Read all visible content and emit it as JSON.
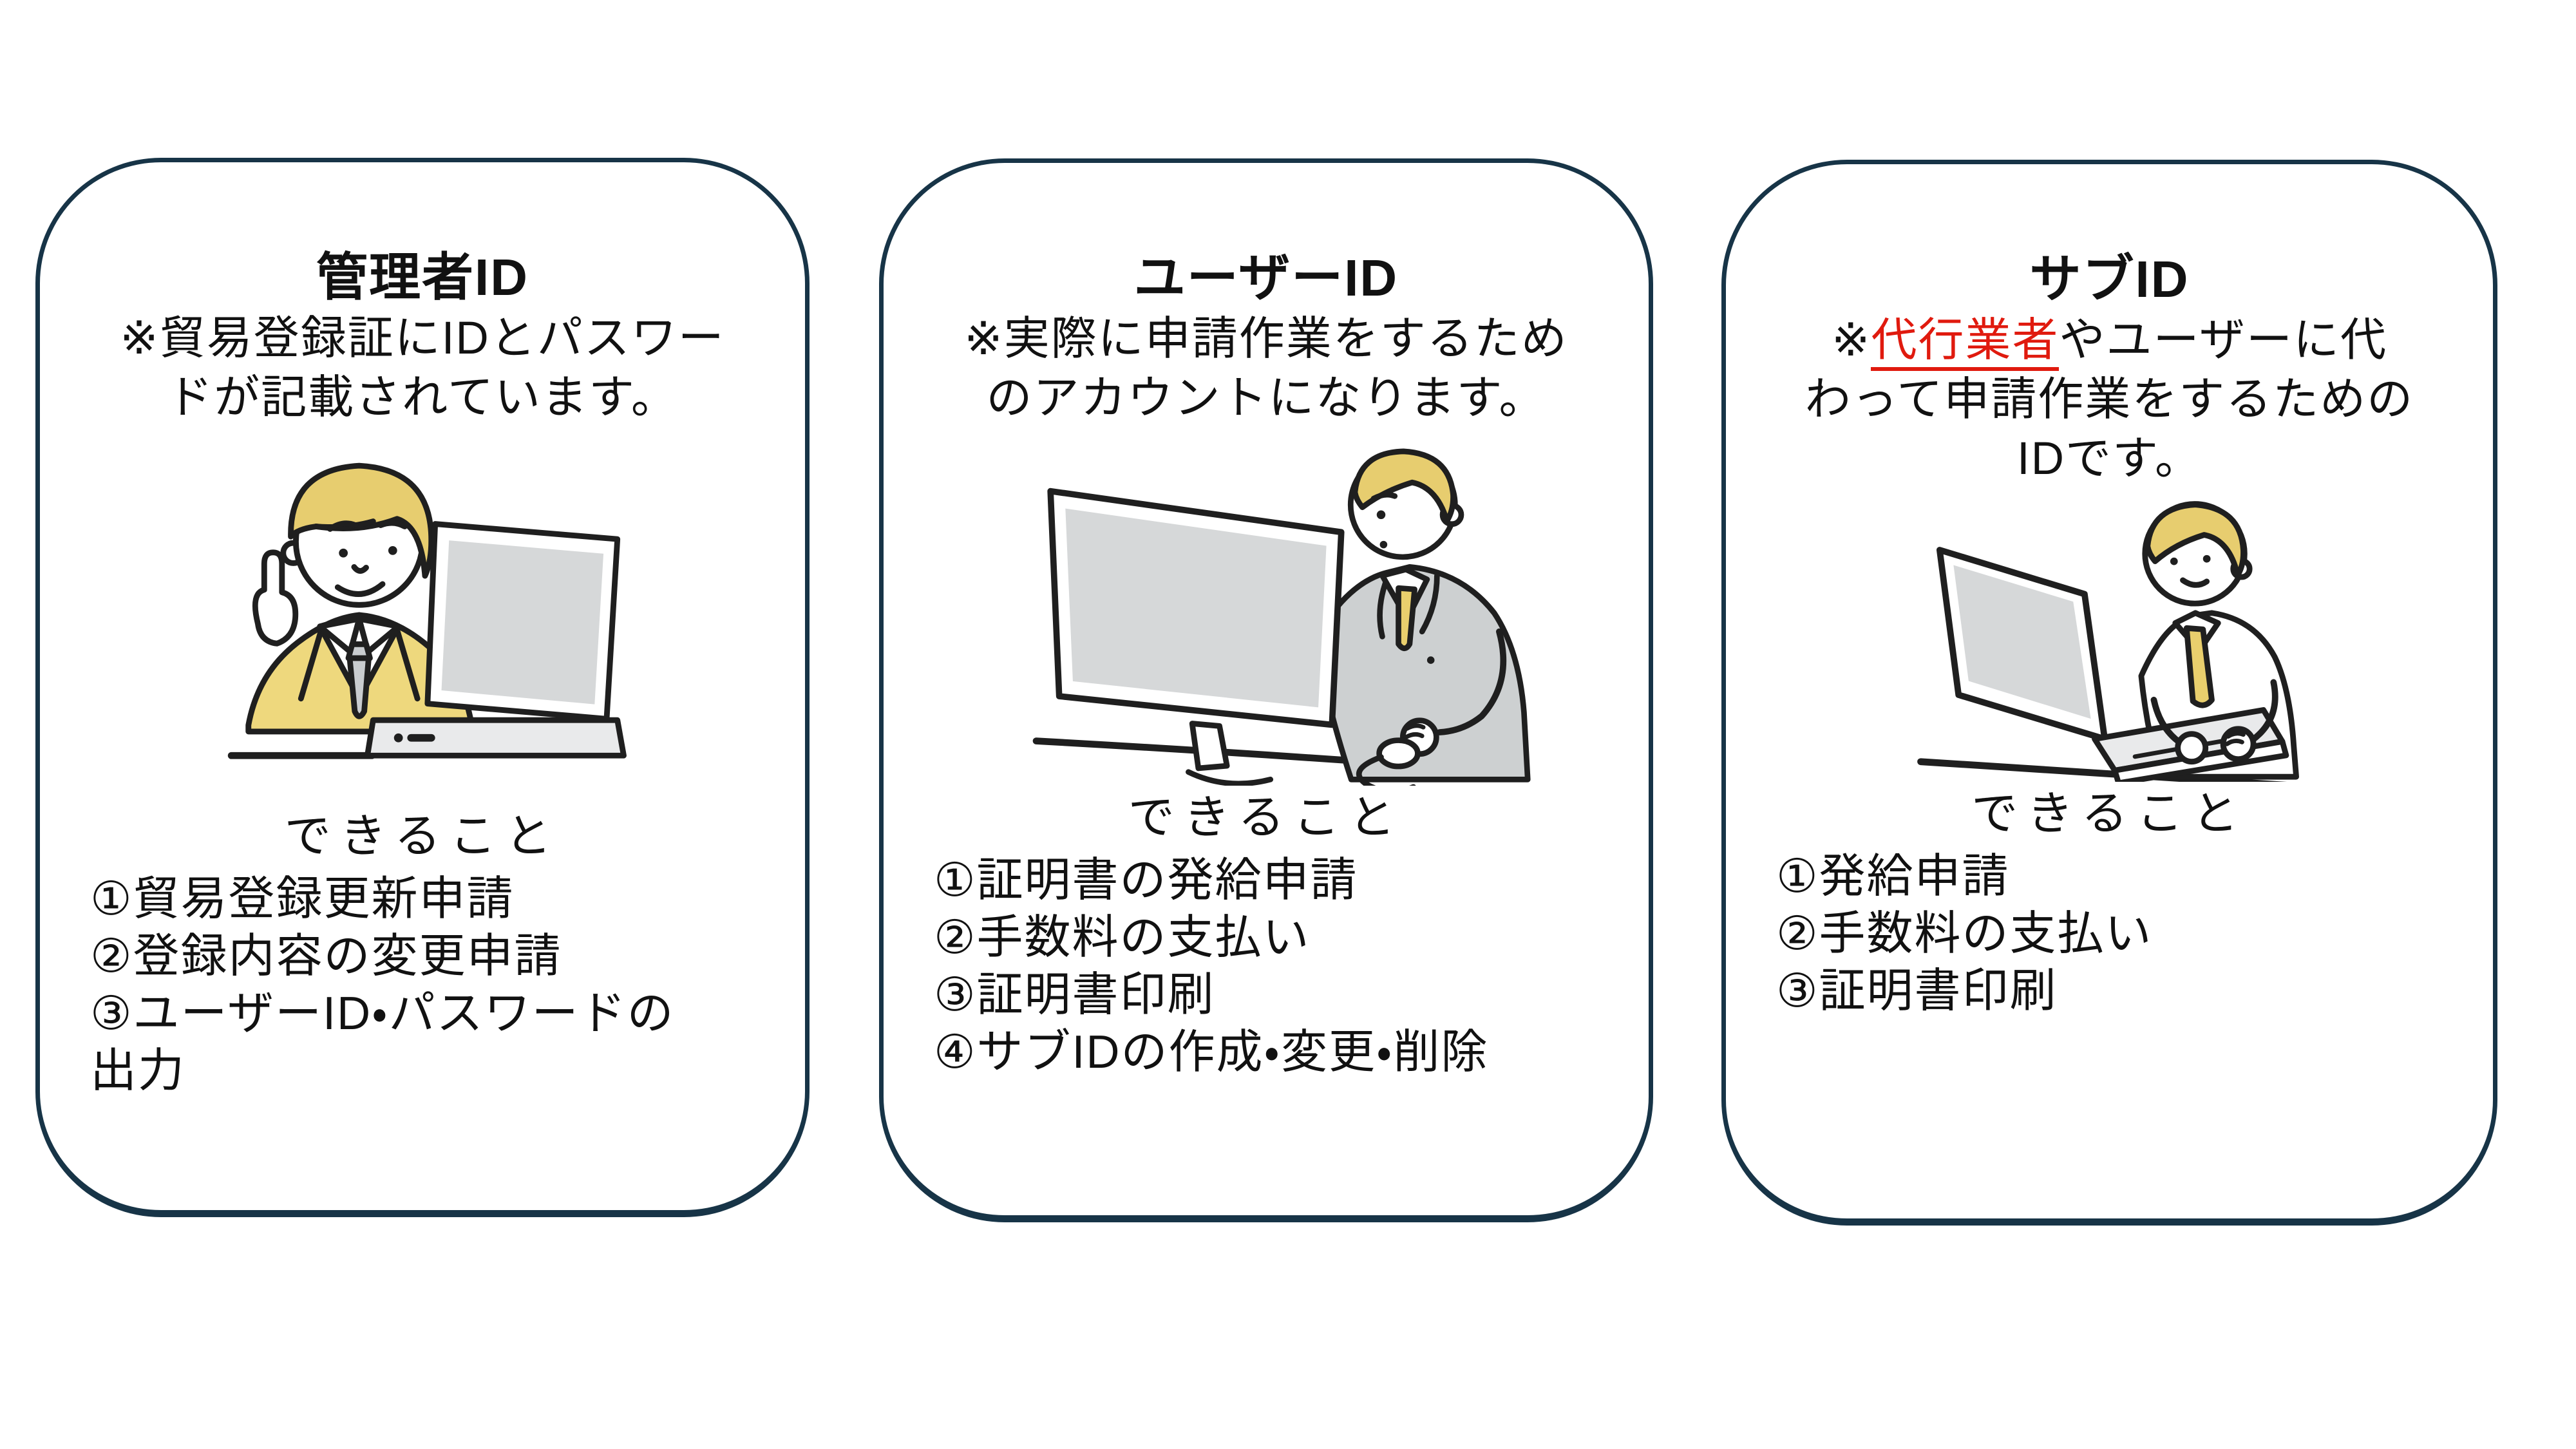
{
  "colors": {
    "card_border": "#173447",
    "text": "#111111",
    "accent_red": "#e01a0e",
    "hair_yellow": "#e7cd6f",
    "clothes_yellow": "#eed87d",
    "tie_yellow": "#e9cf6d",
    "gray": "#d6d8d9",
    "outline": "#1f1f1f"
  },
  "cards": [
    {
      "title": "管理者ID",
      "note_lines": [
        "※貿易登録証にIDとパスワー",
        "ドが記載されています。"
      ],
      "illustration": "manager-pointing-person-with-laptop",
      "todo_heading": "できること",
      "items": [
        "①貿易登録更新申請",
        "②登録内容の変更申請",
        "③ユーザーID・パスワードの",
        "出力"
      ]
    },
    {
      "title": "ユーザーID",
      "note_lines": [
        "※実際に申請作業をするため",
        "のアカウントになります。"
      ],
      "illustration": "user-person-at-monitor",
      "todo_heading": "できること",
      "items": [
        "①証明書の発給申請",
        "②手数料の支払い",
        "③証明書印刷",
        "④サブIDの作成・変更・削除"
      ]
    },
    {
      "title": "サブID",
      "note": {
        "line1_prefix": "※",
        "line1_red": "代行業者",
        "line1_suffix": "やユーザーに代",
        "line2": "わって申請作業をするための",
        "line3": "IDです。"
      },
      "illustration": "sub-person-at-laptop",
      "todo_heading": "できること",
      "items": [
        "①発給申請",
        "②手数料の支払い",
        "③証明書印刷"
      ]
    }
  ]
}
